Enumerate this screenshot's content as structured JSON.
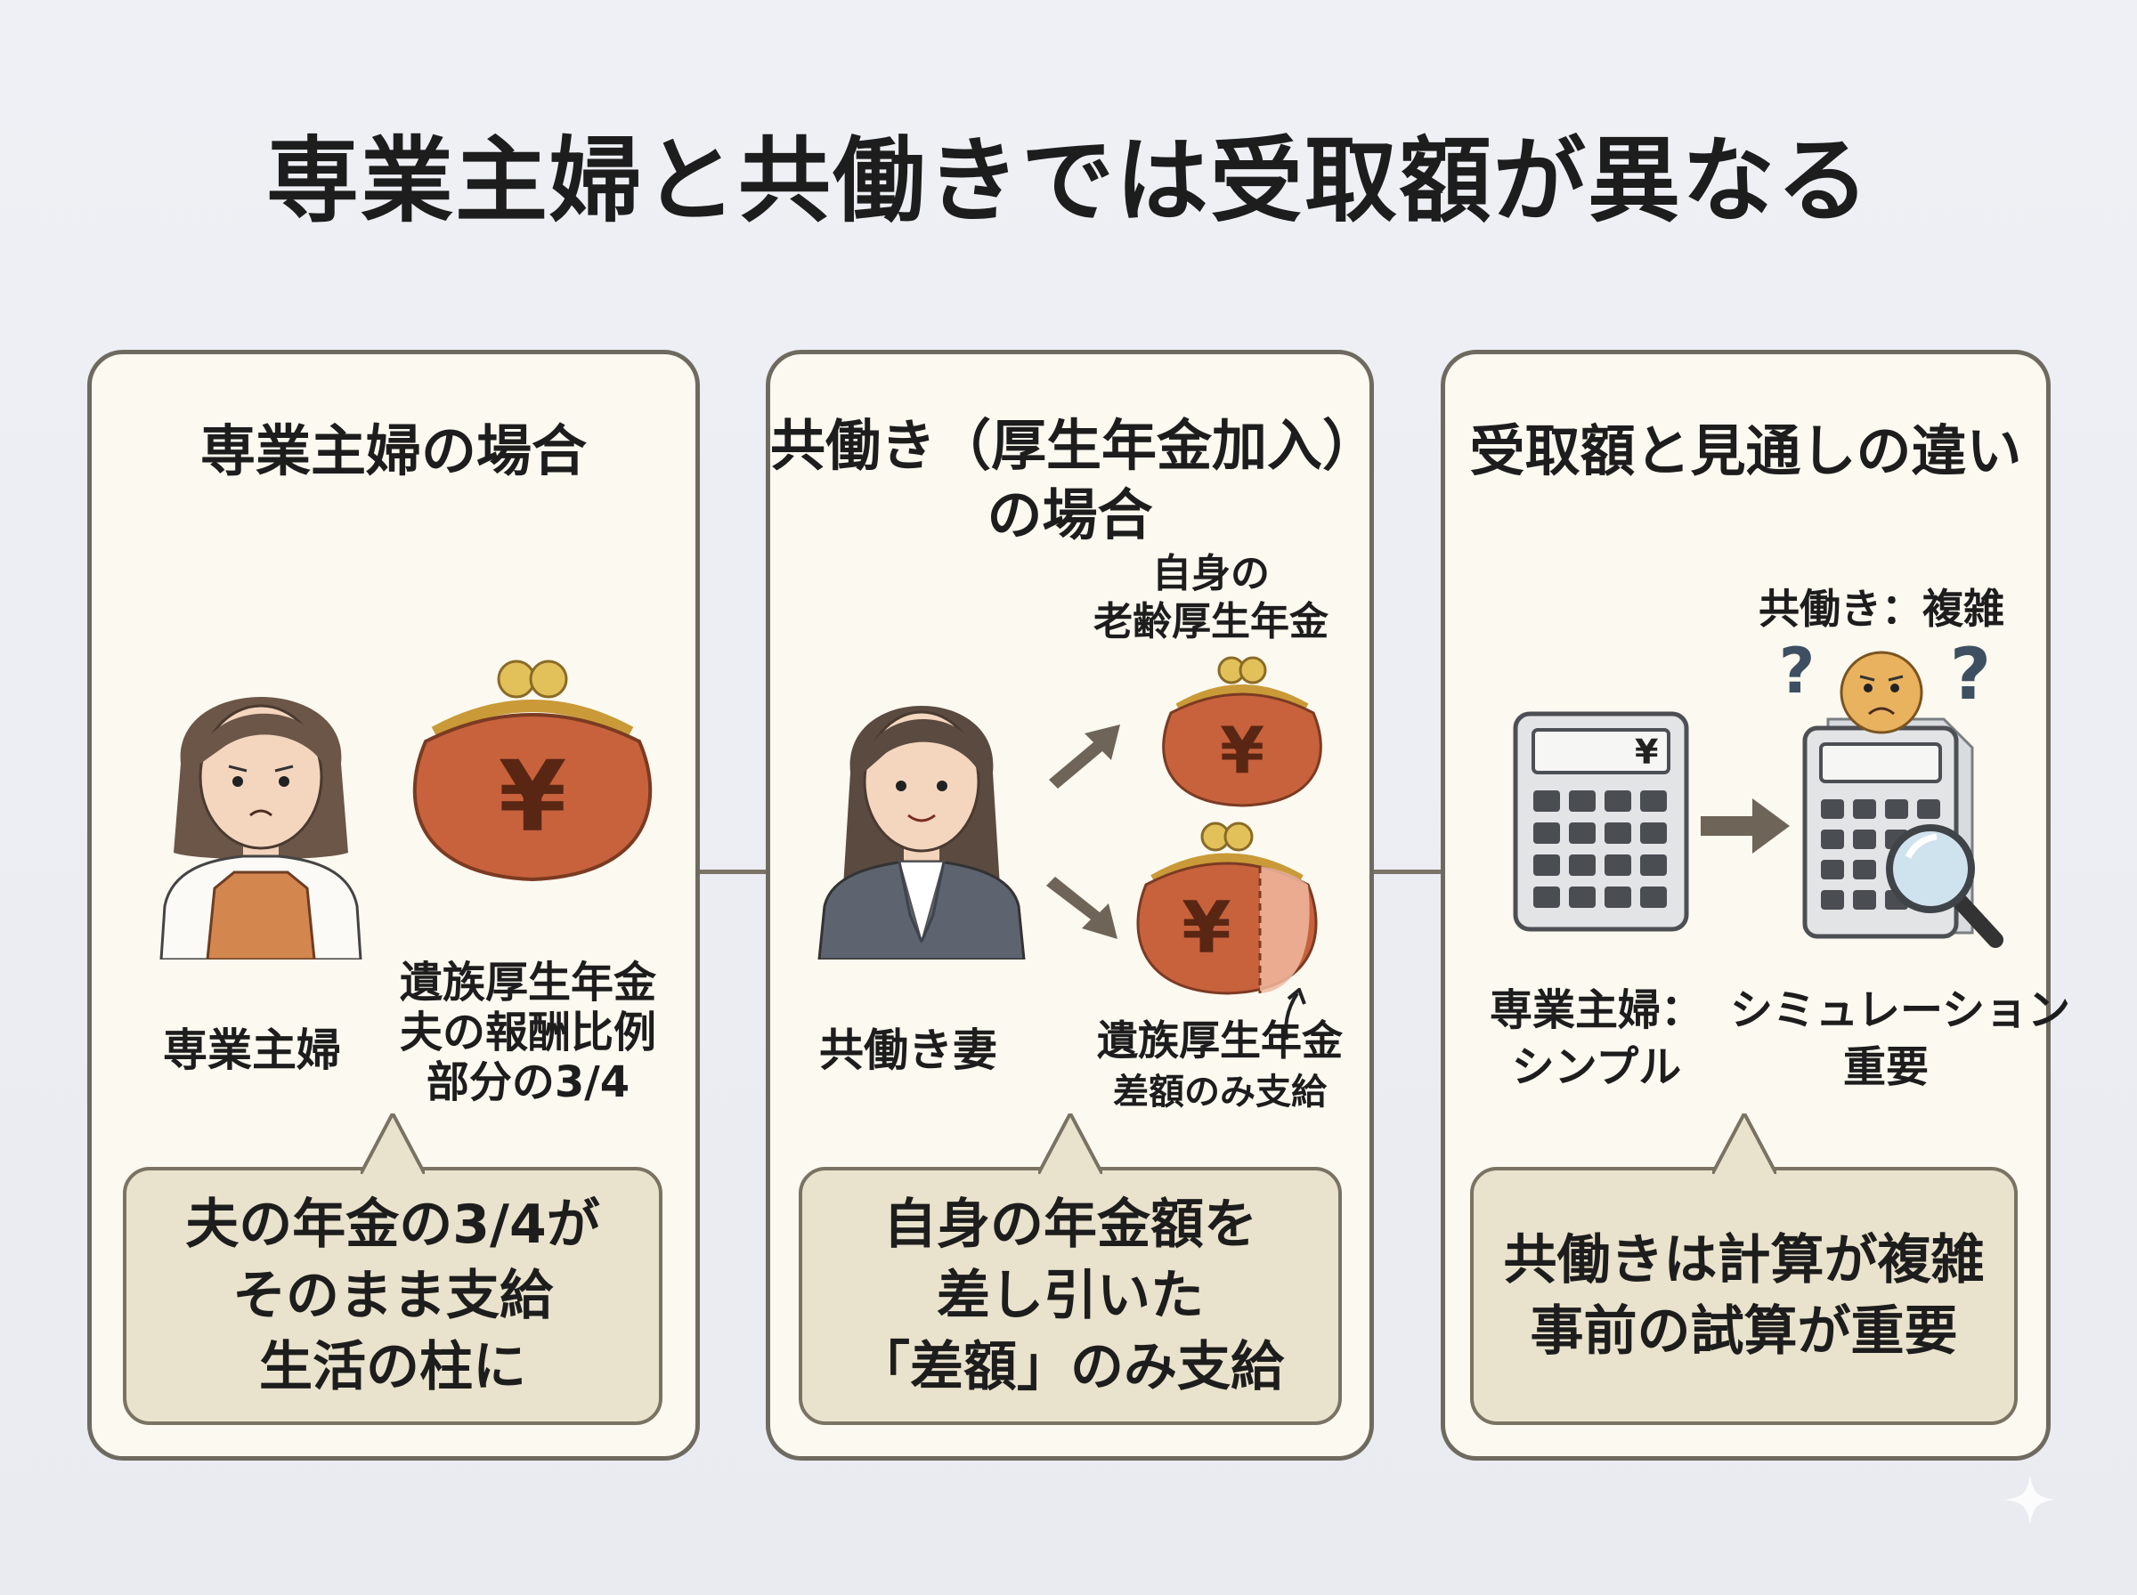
{
  "title": "専業主婦と共働きでは受取額が異なる",
  "colors": {
    "panel_border": "#6f6a60",
    "panel_bg": "#fbf9f0",
    "callout_bg": "#e9e2cc",
    "purse": "#c7623c",
    "purse_frame": "#d9b24c"
  },
  "panels": [
    {
      "title": "専業主婦の場合",
      "person_label": "専業主婦",
      "purse_label": [
        "遺族厚生年金",
        "夫の報酬比例",
        "部分の3/4"
      ],
      "callout": [
        "夫の年金の3/4が",
        "そのまま支給",
        "生活の柱に"
      ],
      "icons": [
        "housewife-avatar-icon",
        "purse-yen-icon"
      ]
    },
    {
      "title": [
        "共働き（厚生年金加入）",
        "の場合"
      ],
      "person_label": "共働き妻",
      "own_pension_label": [
        "自身の",
        "老齢厚生年金"
      ],
      "survivor_label": [
        "遺族厚生年金",
        "差額のみ支給"
      ],
      "callout": [
        "自身の年金額を",
        "差し引いた",
        "「差額」のみ支給"
      ],
      "icons": [
        "working-wife-avatar-icon",
        "arrow-icon",
        "purse-yen-icon"
      ]
    },
    {
      "title": "受取額と見通しの違い",
      "complex_label": "共働き：複雑",
      "simple_label": [
        "専業主婦：",
        "シンプル"
      ],
      "simulation_label": [
        "シミュレーション",
        "重要"
      ],
      "callout": [
        "共働きは計算が複雑",
        "事前の試算が重要"
      ],
      "icons": [
        "calculator-icon",
        "arrow-icon",
        "worried-face-icon",
        "question-mark-icon",
        "magnifier-icon"
      ]
    }
  ],
  "calculator_display": "¥"
}
